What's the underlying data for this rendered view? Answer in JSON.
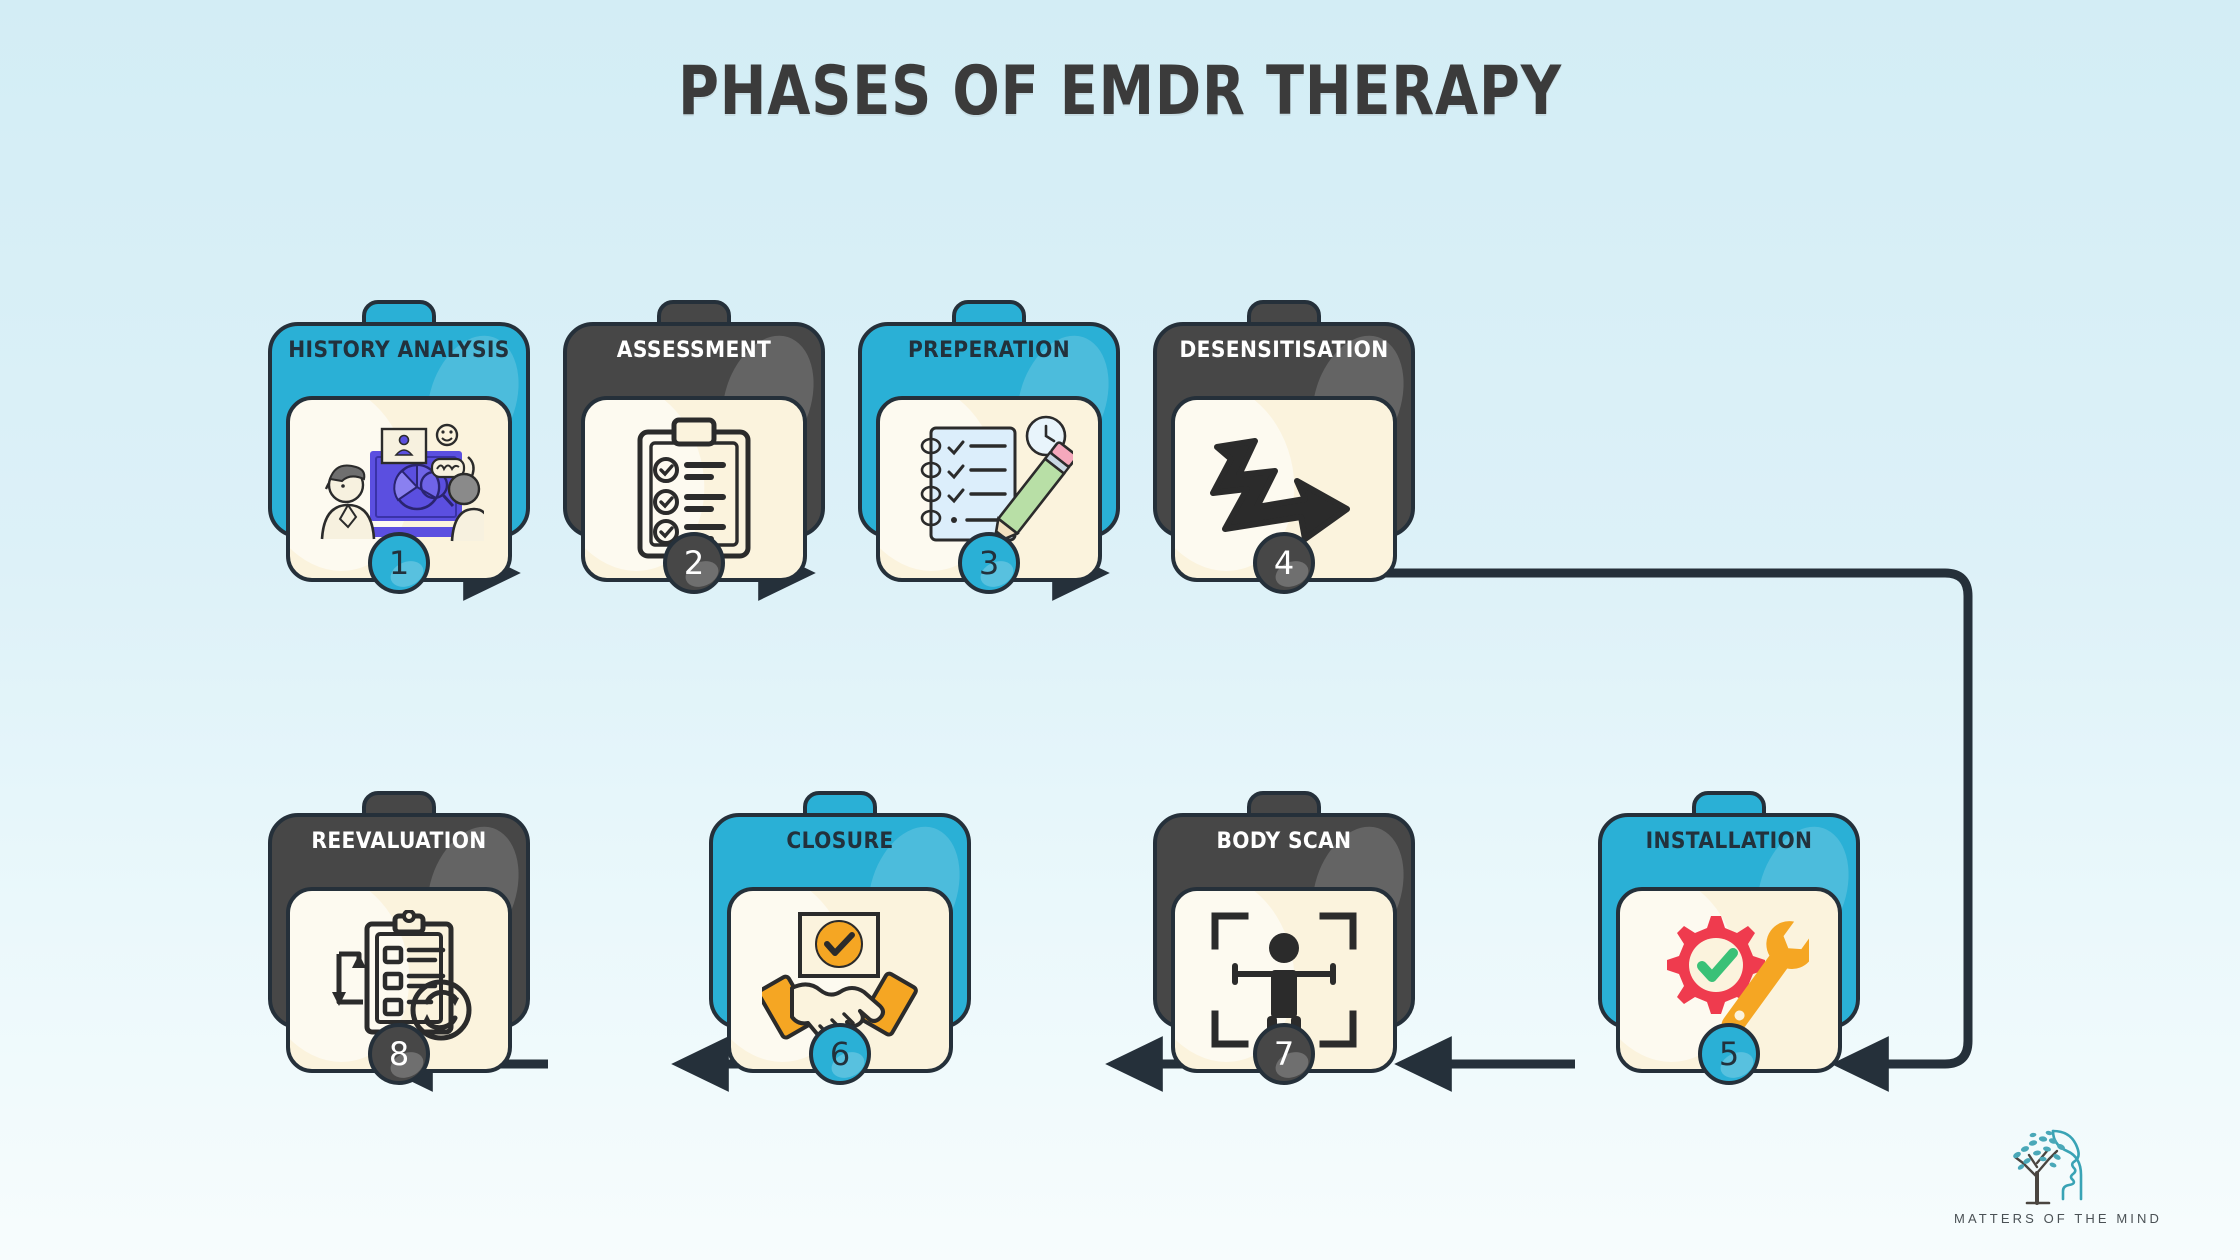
{
  "title": "PHASES OF EMDR THERAPY",
  "theme": {
    "blue": "#2ab0d6",
    "dark": "#474747",
    "outline": "#25303a",
    "panel": "#fbf3dd",
    "bg_top": "#d3edf5",
    "bg_bottom": "#f7fcfd",
    "title_color": "#3b3b3b"
  },
  "cards": [
    {
      "number": "1",
      "label": "HISTORY ANALYSIS",
      "theme": "blue",
      "badge": "blue",
      "icon": "person-at-laptop-analytics-icon"
    },
    {
      "number": "2",
      "label": "ASSESSMENT",
      "theme": "dark",
      "badge": "dark",
      "icon": "clipboard-checklist-icon"
    },
    {
      "number": "3",
      "label": "PREPERATION",
      "theme": "blue",
      "badge": "blue",
      "icon": "notepad-pencil-clock-icon"
    },
    {
      "number": "4",
      "label": "DESENSITISATION",
      "theme": "dark",
      "badge": "dark",
      "icon": "zigzag-arrow-icon"
    },
    {
      "number": "5",
      "label": "INSTALLATION",
      "theme": "blue",
      "badge": "blue",
      "icon": "gear-check-wrench-icon"
    },
    {
      "number": "6",
      "label": "CLOSURE",
      "theme": "blue",
      "badge": "blue",
      "icon": "handshake-check-icon"
    },
    {
      "number": "7",
      "label": "BODY SCAN",
      "theme": "dark",
      "badge": "dark",
      "icon": "body-scan-frame-icon"
    },
    {
      "number": "8",
      "label": "REEVALUATION",
      "theme": "dark",
      "badge": "dark",
      "icon": "clipboard-refresh-icon"
    }
  ],
  "flow": {
    "description": "1 to 2 to 3 to 4, then routed right and down to 5, then 5 to 6 to 7 to 8 leftward",
    "arrow_color": "#25303a"
  },
  "logo": {
    "name": "MATTERS OF THE MIND",
    "icon": "tree-head-profile-icon",
    "tree_color": "#4aa8b8",
    "trunk_color": "#4a4540",
    "profile_color": "#39a3b5"
  }
}
